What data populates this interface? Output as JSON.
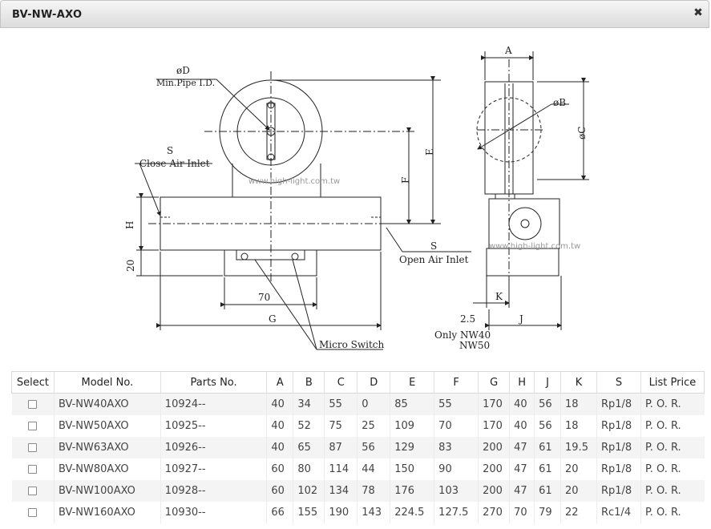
{
  "dialog": {
    "title": "BV-NW-AXO",
    "close_symbol": "✖"
  },
  "drawing": {
    "labels": {
      "od": "øD",
      "min_pipe": "Min.Pipe I.D.",
      "s_close": "S",
      "close_air": "Close Air Inlet",
      "h": "H",
      "twenty": "20",
      "seventy": "70",
      "g": "G",
      "micro": "Micro Switch",
      "s_open": "S",
      "open_air": "Open Air Inlet",
      "e": "E",
      "f": "F",
      "a": "A",
      "ob": "øB",
      "oc": "øC",
      "k": "K",
      "two_five": "2.5",
      "j": "J",
      "only": "Only NW40",
      "nw50": "NW50"
    },
    "watermark": "www.high-light.com.tw"
  },
  "table": {
    "headers": [
      "Select",
      "Model No.",
      "Parts No.",
      "A",
      "B",
      "C",
      "D",
      "E",
      "F",
      "G",
      "H",
      "J",
      "K",
      "S",
      "List Price"
    ],
    "rows": [
      [
        "BV-NW40AXO",
        "10924--",
        "40",
        "34",
        "55",
        "0",
        "85",
        "55",
        "170",
        "40",
        "56",
        "18",
        "Rp1/8",
        "P. O. R."
      ],
      [
        "BV-NW50AXO",
        "10925--",
        "40",
        "52",
        "75",
        "25",
        "109",
        "70",
        "170",
        "40",
        "56",
        "18",
        "Rp1/8",
        "P. O. R."
      ],
      [
        "BV-NW63AXO",
        "10926--",
        "40",
        "65",
        "87",
        "56",
        "129",
        "83",
        "200",
        "47",
        "61",
        "19.5",
        "Rp1/8",
        "P. O. R."
      ],
      [
        "BV-NW80AXO",
        "10927--",
        "60",
        "80",
        "114",
        "44",
        "150",
        "90",
        "200",
        "47",
        "61",
        "20",
        "Rp1/8",
        "P. O. R."
      ],
      [
        "BV-NW100AXO",
        "10928--",
        "60",
        "102",
        "134",
        "78",
        "176",
        "103",
        "200",
        "47",
        "61",
        "20",
        "Rp1/8",
        "P. O. R."
      ],
      [
        "BV-NW160AXO",
        "10930--",
        "66",
        "155",
        "190",
        "143",
        "224.5",
        "127.5",
        "270",
        "70",
        "79",
        "22",
        "Rc1/4",
        "P. O. R."
      ]
    ]
  }
}
